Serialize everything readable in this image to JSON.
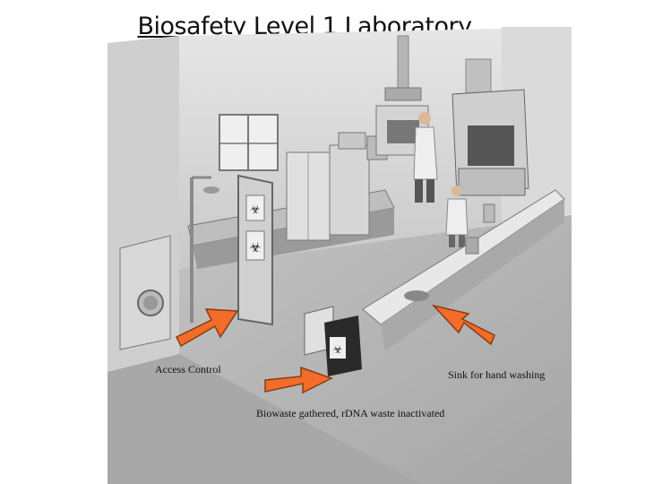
{
  "title": "Biosafety Level 1 Laboratory",
  "labels": {
    "access_control": "Access Control",
    "sink": "Sink for hand washing",
    "biowaste": "Biowaste gathered, rDNA waste inactivated"
  },
  "biohazard_symbol": "☣",
  "colors": {
    "arrow": "#f26d2a",
    "arrow_stroke": "#8a3a10",
    "wall": "#d6d6d6",
    "floor": "#b4b4b4"
  }
}
